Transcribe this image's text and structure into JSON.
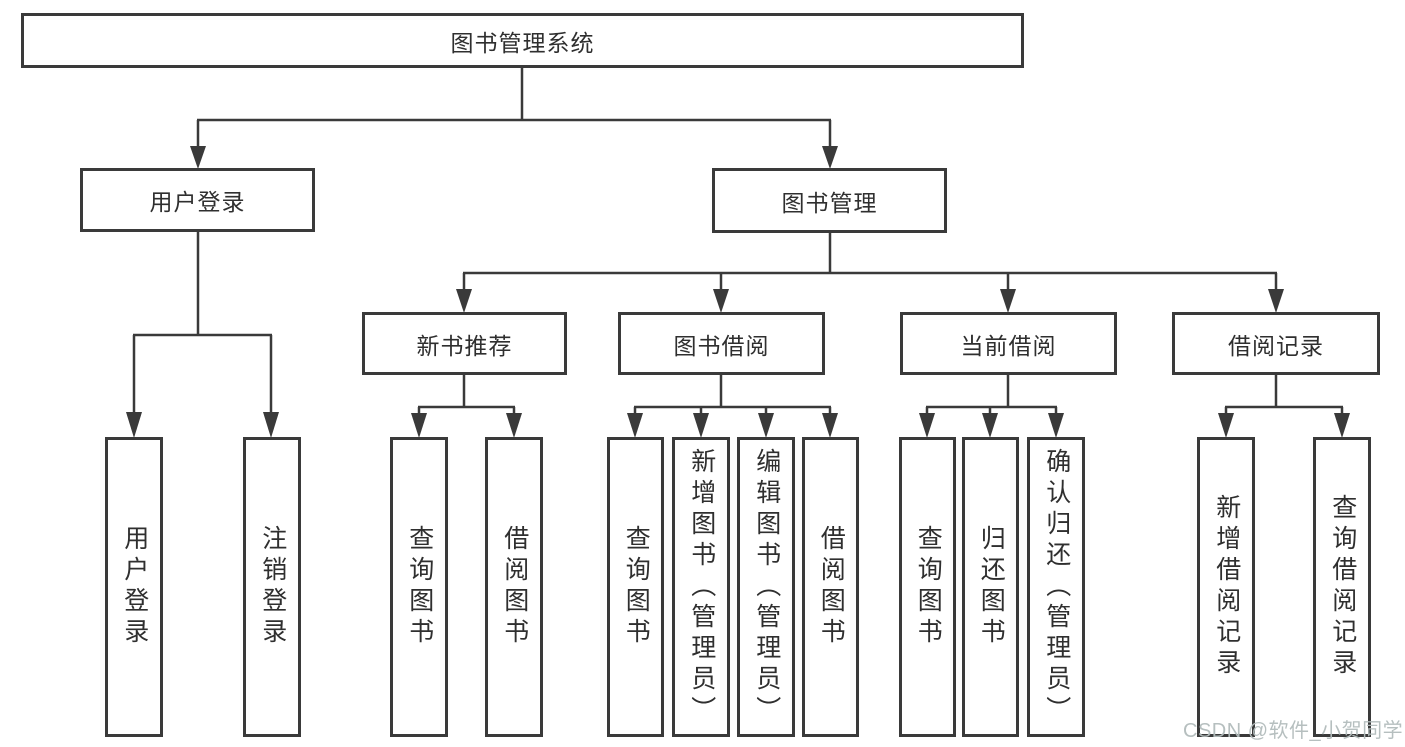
{
  "colors": {
    "line": "#3a3a3a",
    "box_border": "#3a3a3a",
    "text": "#2f2f2f",
    "background": "#ffffff",
    "watermark": "#b2bcbc"
  },
  "watermark": {
    "text": "CSDN @软件_小贺同学"
  },
  "tree": {
    "root": {
      "label": "图书管理系统",
      "children": [
        {
          "label": "用户登录",
          "children": [
            {
              "label": "用户登录"
            },
            {
              "label": "注销登录"
            }
          ]
        },
        {
          "label": "图书管理",
          "children": [
            {
              "label": "新书推荐",
              "children": [
                {
                  "label": "查询图书"
                },
                {
                  "label": "借阅图书"
                }
              ]
            },
            {
              "label": "图书借阅",
              "children": [
                {
                  "label": "查询图书"
                },
                {
                  "label": "新增图书（管理员）"
                },
                {
                  "label": "编辑图书（管理员）"
                },
                {
                  "label": "借阅图书"
                }
              ]
            },
            {
              "label": "当前借阅",
              "children": [
                {
                  "label": "查询图书"
                },
                {
                  "label": "归还图书"
                },
                {
                  "label": "确认归还（管理员）"
                }
              ]
            },
            {
              "label": "借阅记录",
              "children": [
                {
                  "label": "新增借阅记录"
                },
                {
                  "label": "查询借阅记录"
                }
              ]
            }
          ]
        }
      ]
    }
  }
}
